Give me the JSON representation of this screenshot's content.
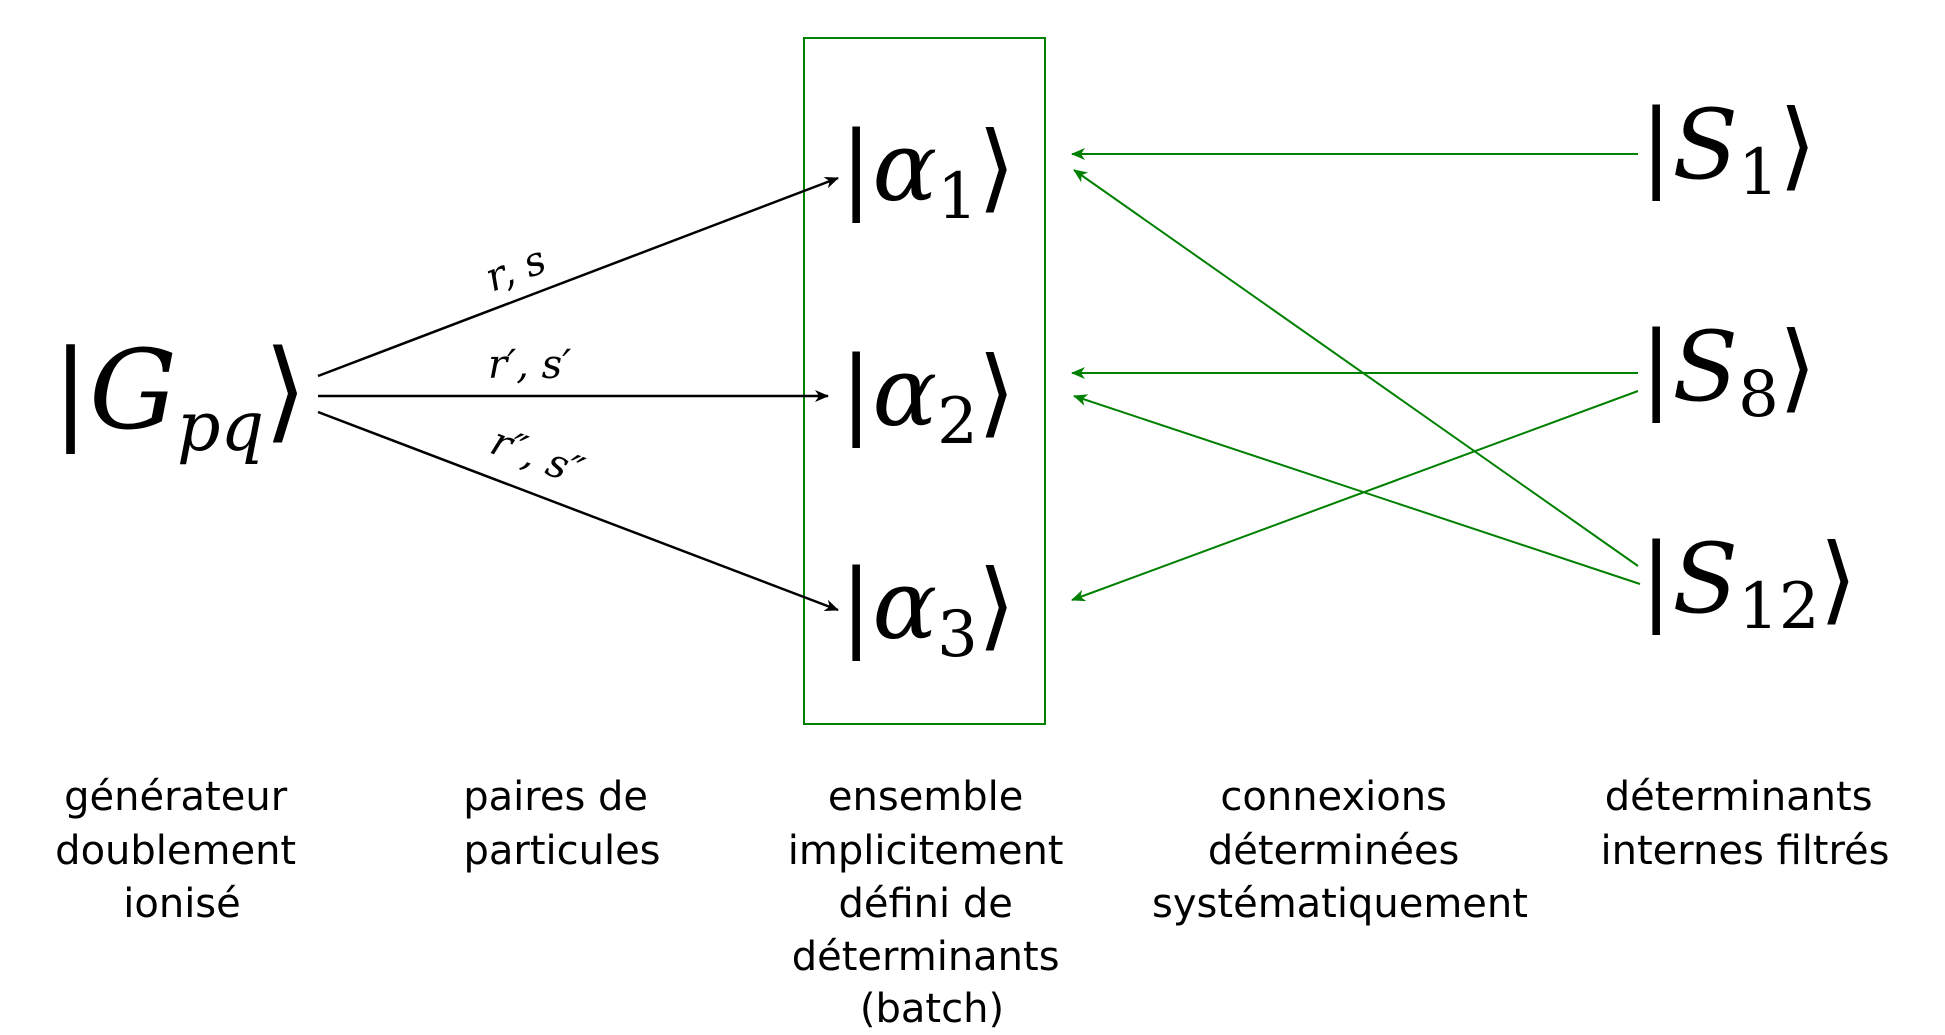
{
  "generator": {
    "symbol": "G",
    "subscript": "pq"
  },
  "alphas": [
    {
      "symbol": "α",
      "subscript": "1"
    },
    {
      "symbol": "α",
      "subscript": "2"
    },
    {
      "symbol": "α",
      "subscript": "3"
    }
  ],
  "internals": [
    {
      "symbol": "S",
      "subscript": "1"
    },
    {
      "symbol": "S",
      "subscript": "8"
    },
    {
      "symbol": "S",
      "subscript": "12"
    }
  ],
  "pair_labels": [
    "r, s",
    "r′, s′",
    "r″, s″"
  ],
  "captions": {
    "generator": [
      "générateur",
      "doublement",
      "ionisé"
    ],
    "pairs": [
      "paires de",
      "particules"
    ],
    "batch": [
      "ensemble",
      "implicitement",
      "défini de",
      "déterminants",
      "(batch)"
    ],
    "connections": [
      "connexions",
      "déterminées",
      "systématiquement"
    ],
    "internals": [
      "déterminants",
      "internes filtrés"
    ]
  },
  "colors": {
    "black": "#000000",
    "green": "#008000"
  }
}
